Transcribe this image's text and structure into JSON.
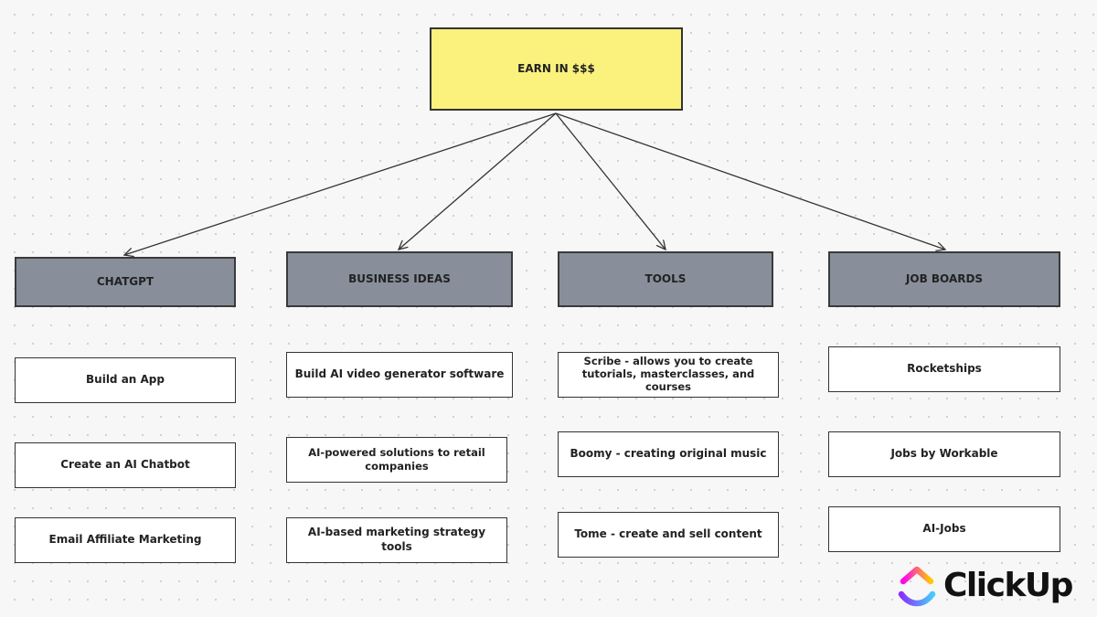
{
  "root": {
    "label": "EARN IN $$$",
    "color": "#fbf17d"
  },
  "category_color": "#888f9b",
  "columns": [
    {
      "title": "CHATGPT",
      "items": [
        "Build an App",
        "Create an AI Chatbot",
        "Email Affiliate Marketing"
      ]
    },
    {
      "title": "BUSINESS IDEAS",
      "items": [
        "Build AI video generator software",
        "AI-powered solutions to retail companies",
        "AI-based marketing strategy tools"
      ]
    },
    {
      "title": "TOOLS",
      "items": [
        "Scribe - allows you to create tutorials, masterclasses, and courses",
        "Boomy - creating original music",
        "Tome - create and sell content"
      ]
    },
    {
      "title": "JOB BOARDS",
      "items": [
        "Rocketships",
        "Jobs by Workable",
        "AI-Jobs"
      ]
    }
  ],
  "brand": {
    "name": "ClickUp",
    "logo_icon": "clickup-logo-icon"
  }
}
